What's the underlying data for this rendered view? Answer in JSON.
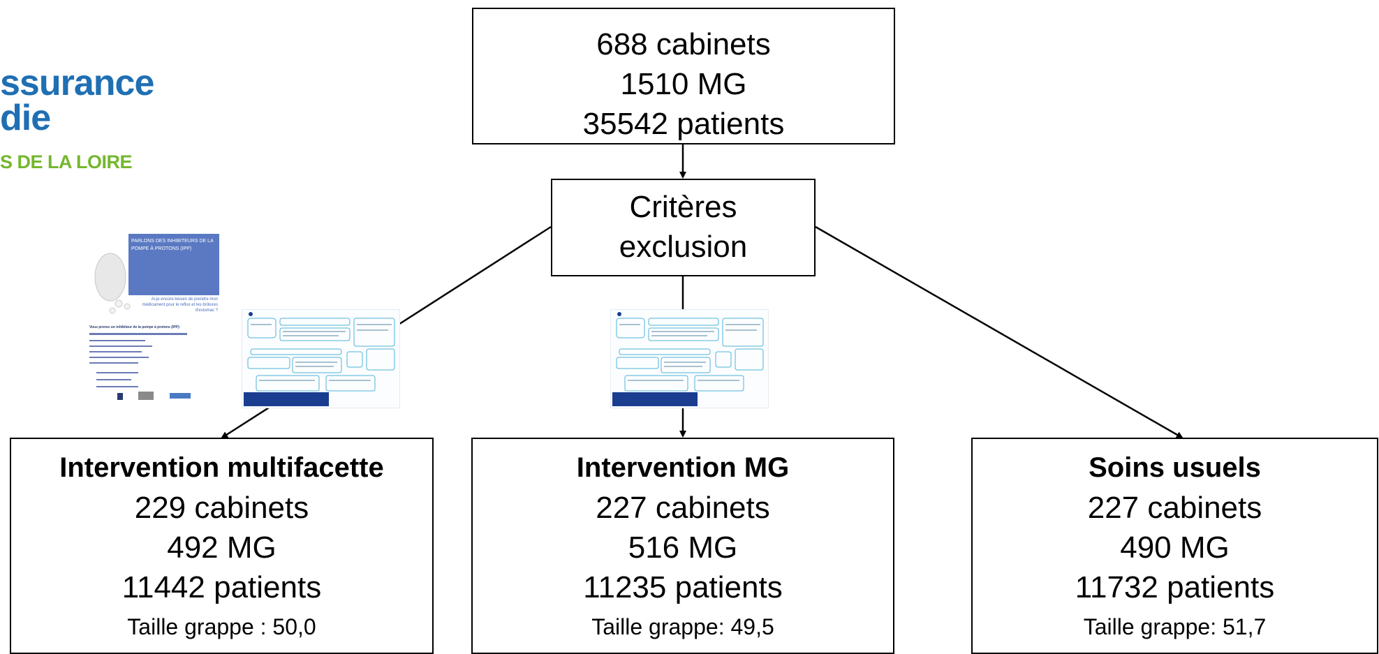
{
  "logo": {
    "line1": "ssurance",
    "line2": "die",
    "line3": "S DE LA LOIRE",
    "colors": {
      "blue": "#1f6fb3",
      "green": "#74b72e"
    }
  },
  "brochure": {
    "title": "PARLONS DES INHIBITEURS DE LA POMPE À PROTONS (IPP)",
    "subtitle": "Ai-je encore besoin de prendre mon médicament pour le reflux et les brûlures d'estomac ?",
    "question": "Vous prenez un inhibiteur de la pompe à protons (IPP):",
    "colors": {
      "header": "#5a79c2"
    }
  },
  "top_box": {
    "cabinets": "688 cabinets",
    "mg": "1510 MG",
    "patients": "35542 patients"
  },
  "criteria_box": {
    "line1": "Critères",
    "line2": "exclusion"
  },
  "groups": [
    {
      "title": "Intervention multifacette",
      "cabinets": "229 cabinets",
      "mg": "492 MG",
      "patients": "11442 patients",
      "cluster": "Taille grappe : 50,0"
    },
    {
      "title": "Intervention MG",
      "cabinets": "227 cabinets",
      "mg": "516 MG",
      "patients": "11235 patients",
      "cluster": "Taille grappe: 49,5"
    },
    {
      "title": "Soins usuels",
      "cabinets": "227 cabinets",
      "mg": "490 MG",
      "patients": "11732 patients",
      "cluster": "Taille grappe: 51,7"
    }
  ]
}
